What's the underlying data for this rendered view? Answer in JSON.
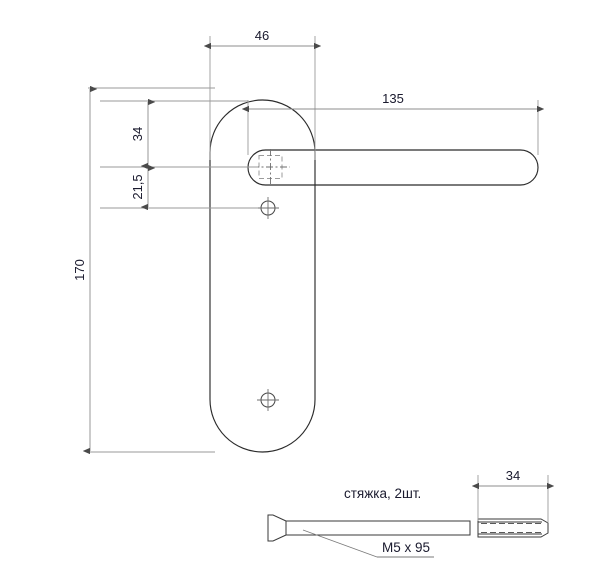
{
  "drawing": {
    "title": "Door handle on backplate — technical drawing",
    "units": "mm",
    "colors": {
      "background": "#ffffff",
      "outline": "#2b2b2b",
      "dimension": "#8c8c8c",
      "text": "#1a1a2e",
      "hidden": "#9b9b9b"
    }
  },
  "dimensions": {
    "plate_width": "46",
    "plate_height": "170",
    "handle_length": "135",
    "spindle_from_top": "34",
    "screw_offset": "21,5",
    "barrel_nut_length": "34"
  },
  "labels": {
    "tie_bolt_note": "стяжка, 2шт.",
    "bolt_spec": "M5 x 95"
  },
  "parts": {
    "backplate": "backplate",
    "lever": "lever-handle",
    "spindle_hole": "square-spindle-hole",
    "upper_fixing_hole": "upper-fixing-hole",
    "lower_fixing_hole": "lower-fixing-hole",
    "tie_bolt": "tie-bolt",
    "barrel_nut": "barrel-nut"
  }
}
